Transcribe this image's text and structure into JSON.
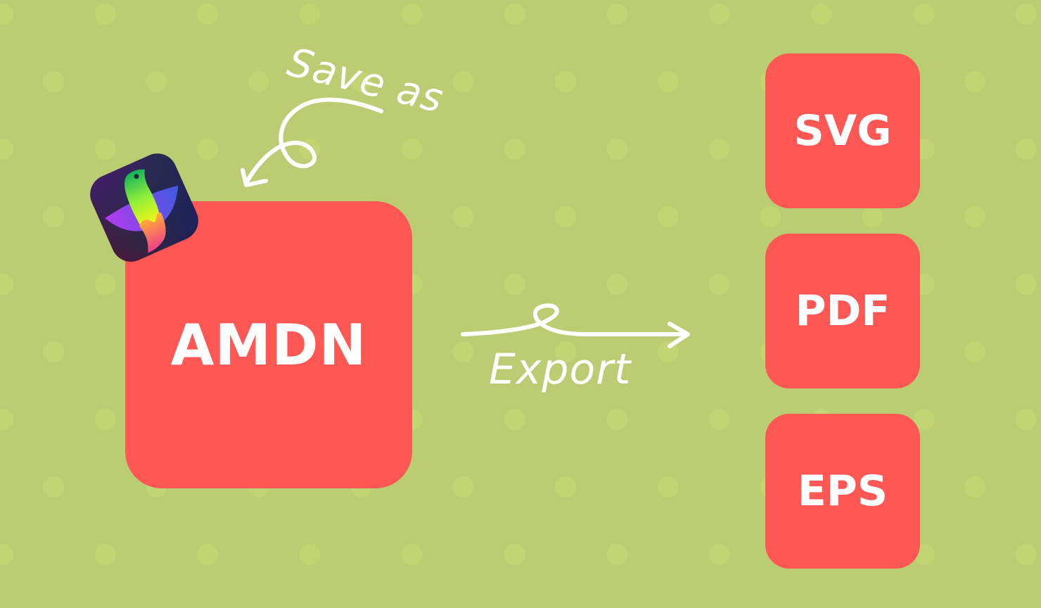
{
  "background": {
    "color": "#bacd72",
    "dot_color": "#c1d574"
  },
  "accent_color": "#ff5753",
  "source": {
    "label": "AMDN"
  },
  "app_icon": {
    "name": "parrot-app-icon"
  },
  "save_as": {
    "label": "Save as"
  },
  "export": {
    "label": "Export"
  },
  "formats": [
    {
      "label": "SVG"
    },
    {
      "label": "PDF"
    },
    {
      "label": "EPS"
    }
  ]
}
